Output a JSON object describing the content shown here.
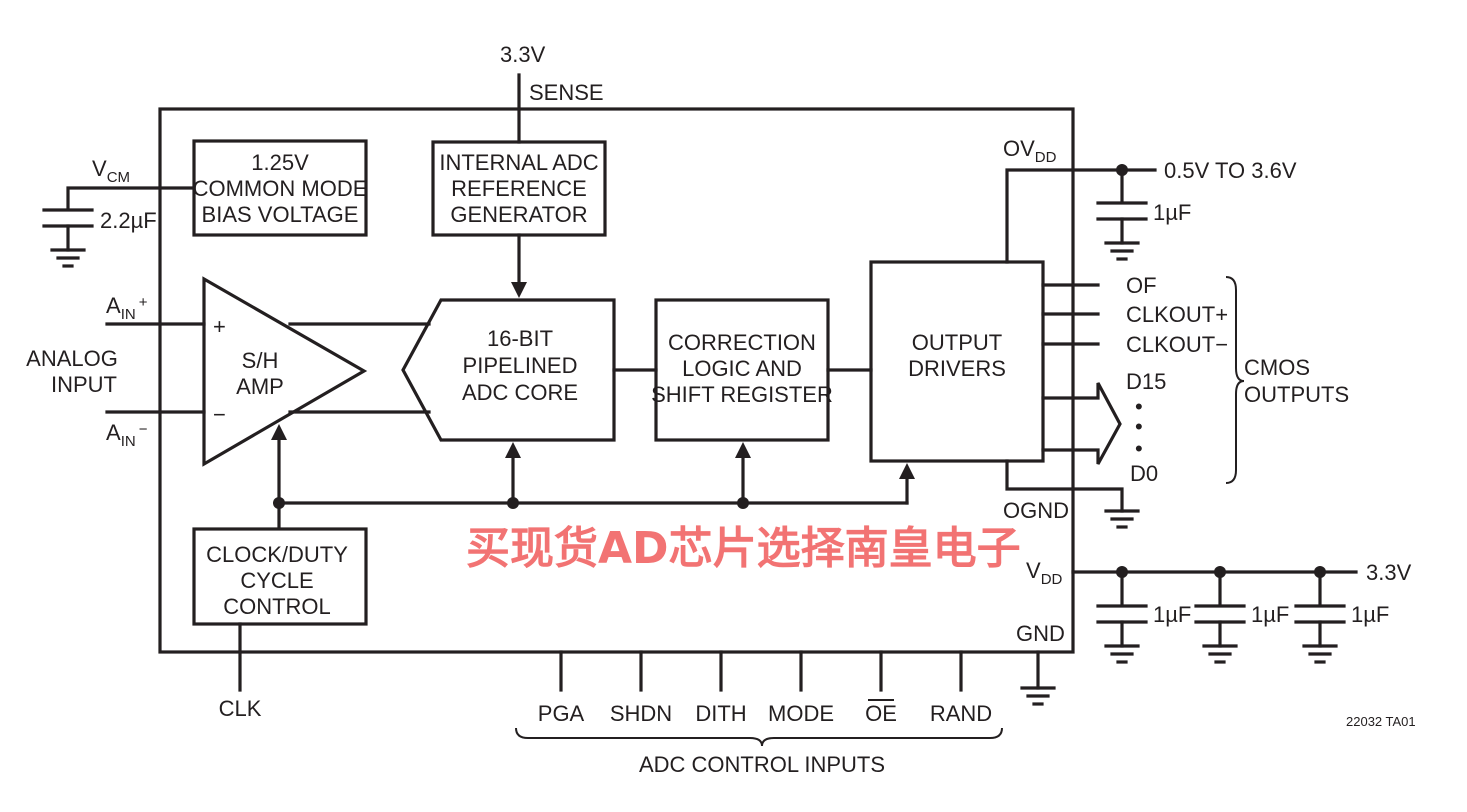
{
  "supply_top": "3.3V",
  "sense": "SENSE",
  "vcm": {
    "main": "V",
    "sub": "CM"
  },
  "cap_vcm": "2.2µF",
  "bias_block": [
    "1.25V",
    "COMMON MODE",
    "BIAS VOLTAGE"
  ],
  "ref_block": [
    "INTERNAL ADC",
    "REFERENCE",
    "GENERATOR"
  ],
  "ain_plus": {
    "main": "A",
    "sub": "IN",
    "sup": "+"
  },
  "ain_minus": {
    "main": "A",
    "sub": "IN",
    "sup": "−"
  },
  "analog_input": [
    "ANALOG",
    "INPUT"
  ],
  "amp_plus": "+",
  "amp_minus": "−",
  "amp_label": [
    "S/H",
    "AMP"
  ],
  "adc_core": [
    "16-BIT",
    "PIPELINED",
    "ADC CORE"
  ],
  "correction": [
    "CORRECTION",
    "LOGIC AND",
    "SHIFT REGISTER"
  ],
  "output_drivers": [
    "OUTPUT",
    "DRIVERS"
  ],
  "ovdd": {
    "main": "OV",
    "sub": "DD"
  },
  "ovdd_range": "0.5V TO 3.6V",
  "cap_ovdd": "1µF",
  "outputs": [
    "OF",
    "CLKOUT+",
    "CLKOUT−"
  ],
  "data_msb": "D15",
  "data_lsb": "D0",
  "data_dots": [
    "•",
    "•",
    "•"
  ],
  "cmos_outputs": [
    "CMOS",
    "OUTPUTS"
  ],
  "ognd": "OGND",
  "clock_block": [
    "CLOCK/DUTY",
    "CYCLE",
    "CONTROL"
  ],
  "clk": "CLK",
  "vdd": {
    "main": "V",
    "sub": "DD"
  },
  "vdd_supply": "3.3V",
  "cap_vdd": [
    "1µF",
    "1µF",
    "1µF"
  ],
  "gnd": "GND",
  "control_pins": [
    "PGA",
    "SHDN",
    "DITH",
    "MODE",
    "OE",
    "RAND"
  ],
  "control_group": "ADC CONTROL INPUTS",
  "figure_id": "22032 TA01",
  "watermark": "买现货AD芯片选择南皇电子"
}
